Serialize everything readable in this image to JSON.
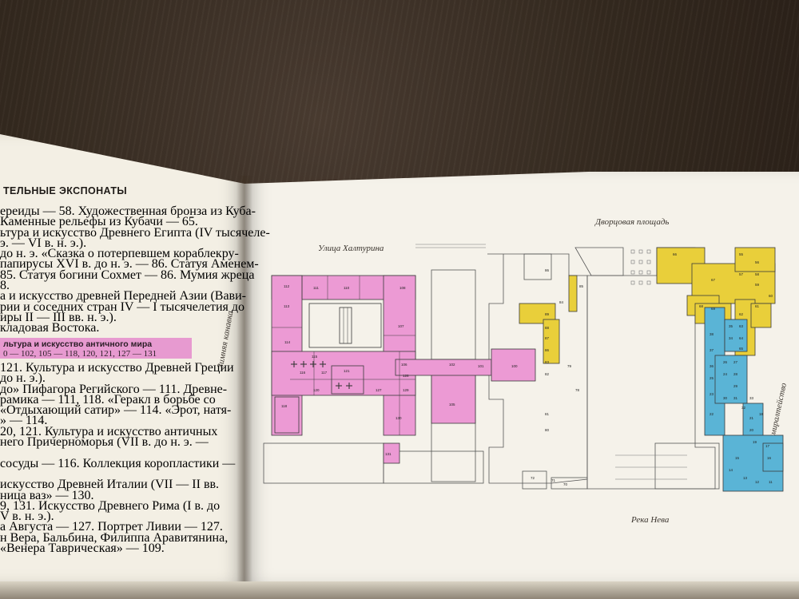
{
  "left_page": {
    "section_title": "ТЕЛЬНЫЕ ЭКСПОНАТЫ",
    "lines": [
      "ереиды — 58. Художественная бронза из Куба-",
      "Каменные рельефы из Кубачи — 65.",
      "ьтура и искусство Древнего Египта (IV тысячеле-",
      "э. — VI в. н. э.).",
      "до н. э. «Сказка о потерпевшем кораблекру-",
      "папирусы XVI в. до н. э. — 86. Статуя Аменем-",
      "85. Статуя богини Сохмет — 86. Мумия жреца",
      "8.",
      "а и искусство древней Передней Азии (Вави-",
      "рии и соседних стран IV — I тысячелетия до",
      "иры II — III вв. н. э.).",
      "кладовая Востока."
    ],
    "pink_heading": "льтура и искусство античного мира",
    "pink_sub": "0 — 102, 105 — 118, 120, 121, 127 — 131",
    "lines2": [
      "121. Культура и искусство Древней Греции",
      "до н. э.).",
      "до» Пифагора Регийского — 111. Древне-",
      "рамика — 111, 118. «Геракл в борьбе со",
      "«Отдыхающий сатир» — 114. «Эрот, натя-",
      "» — 114.",
      "20, 121. Культура и искусство античных",
      "него Причерноморья (VII в. до н. э. —",
      "",
      "сосуды — 116. Коллекция коропластики —",
      "",
      "искусство Древней Италии (VII — II вв.",
      "ница ваз» — 130.",
      "9, 131. Искусство Древнего Рима (I в. до",
      "V в. н. э.).",
      "а Августа — 127. Портрет Ливии — 127.",
      "н Вера, Бальбина, Филиппа Аравитянина,",
      "«Венера Таврическая» — 109."
    ]
  },
  "map": {
    "street_top": "Улица Халтурина",
    "square": "Дворцовая площадь",
    "canal": "Зимняя канавка",
    "embankment": "Адмиралтейство",
    "river": "Река Нева",
    "rooms": {
      "r102": "102",
      "r103": "103",
      "r104": "104",
      "r105": "105",
      "r106": "106",
      "r107": "107",
      "r108": "108",
      "r109": "109",
      "r110": "110",
      "r111": "111",
      "r112": "112",
      "r113": "113",
      "r114": "114",
      "r115": "115",
      "r116": "116",
      "r117": "117",
      "r118": "118",
      "r119": "119",
      "r120": "120",
      "r121": "121",
      "r127": "127",
      "r128": "128",
      "r129": "129",
      "r130": "130",
      "r131": "131",
      "r100": "100",
      "r101": "101",
      "r89": "89",
      "r88": "88",
      "r87": "87",
      "r86": "86",
      "r85": "85",
      "r84": "84",
      "r83": "83",
      "r82": "82",
      "r81": "81",
      "r80": "80",
      "r79": "79",
      "r78": "78",
      "r72": "72",
      "r71": "71",
      "r70": "70",
      "r66": "66",
      "r67": "67",
      "r55": "55",
      "r56": "56",
      "r57": "57",
      "r58": "58",
      "r59": "59",
      "r60": "60",
      "r61": "61",
      "r62": "62",
      "r63": "63",
      "r64": "64",
      "r65": "65",
      "r68": "68",
      "r69": "69",
      "r23": "23",
      "r24": "24",
      "r25": "25",
      "r26": "26",
      "r27": "27",
      "r28": "28",
      "r29": "29",
      "r30": "30",
      "r31": "31",
      "r32": "32",
      "r33": "33",
      "r34": "34",
      "r35": "35",
      "r36": "36",
      "r37": "37",
      "r38": "38",
      "r17": "17",
      "r18": "18",
      "r19": "19",
      "r20": "20",
      "r21": "21",
      "r22": "22",
      "r11": "11",
      "r12": "12",
      "r13": "13",
      "r14": "14",
      "r15": "15",
      "r16": "16"
    }
  },
  "colors": {
    "pink": "#ec9ad4",
    "yellow": "#e9cf3a",
    "blue": "#5ab4d6",
    "outline": "#3a3a3a"
  }
}
